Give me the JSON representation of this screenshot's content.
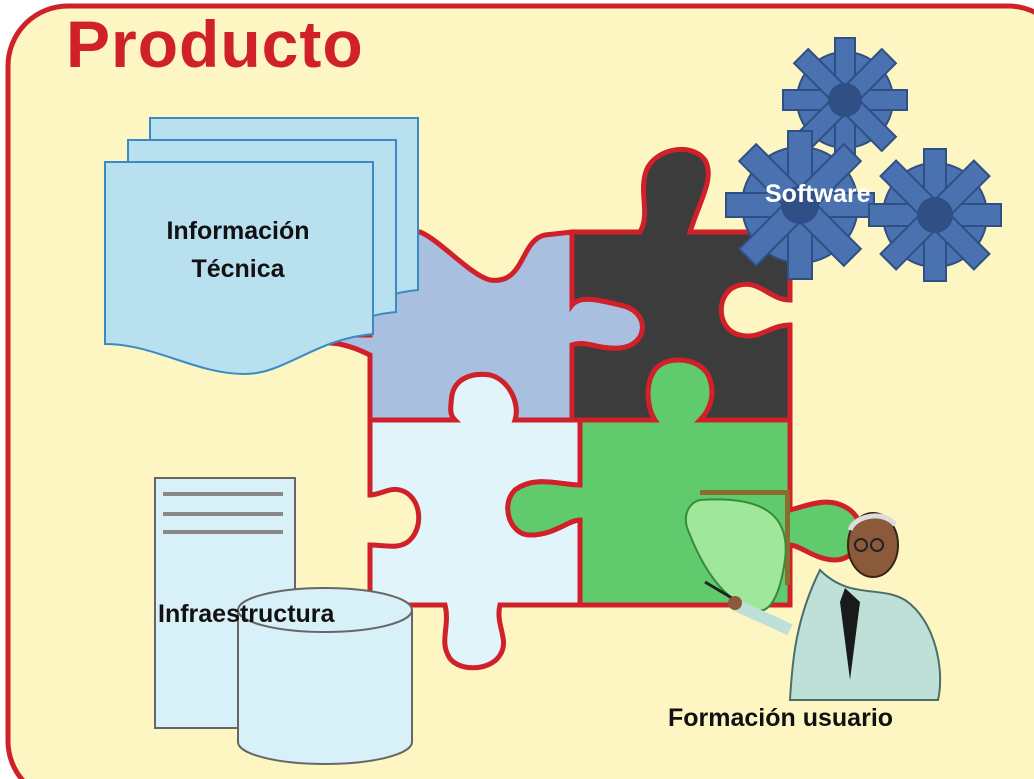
{
  "title": "Producto",
  "components": {
    "informacion_tecnica": {
      "line1": "Información",
      "line2": "Técnica"
    },
    "software": "Software",
    "infraestructura": "Infraestructura",
    "formacion_usuario": "Formación usuario"
  },
  "colors": {
    "background_panel": "#fdf6c3",
    "border": "#d0202a",
    "title": "#d0202a",
    "document": "#b8e0ee",
    "piece_blue": "#a9bfe0",
    "piece_dark": "#3c3c3c",
    "piece_light": "#e0f4fa",
    "piece_green": "#5fcb6d",
    "gears": "#4a72b0",
    "server": "#d8f0f8"
  }
}
